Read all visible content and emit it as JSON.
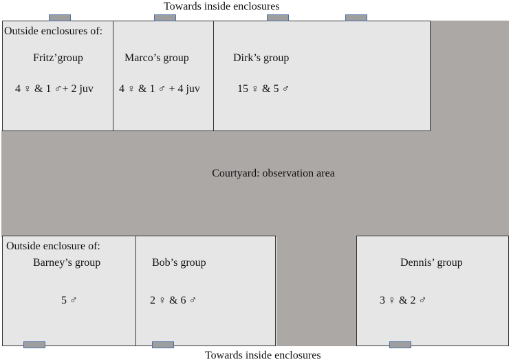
{
  "top_label": "Towards inside enclosures",
  "bottom_label": "Towards inside enclosures",
  "courtyard_label": "Courtyard: observation area",
  "top_section_label": "Outside enclosures of:",
  "bottom_section_label": "Outside enclosure of:",
  "enclosures": {
    "fritz": {
      "name": "Fritz’group",
      "count": "4 ♀ & 1 ♂+ 2 juv"
    },
    "marco": {
      "name": "Marco’s group",
      "count": "4 ♀ & 1 ♂ + 4 juv"
    },
    "dirk": {
      "name": "Dirk’s group",
      "count": "15 ♀ & 5 ♂"
    },
    "barney": {
      "name": "Barney’s group",
      "count": "5 ♂"
    },
    "bob": {
      "name": "Bob’s group",
      "count": "2 ♀ & 6 ♂"
    },
    "dennis": {
      "name": "Dennis’ group",
      "count": "3 ♀ & 2 ♂"
    }
  },
  "colors": {
    "courtyard": "#aca8a6",
    "enclosure": "#e6e6e6",
    "door": "#9e9e9e",
    "door_border": "#4a6fa5"
  }
}
